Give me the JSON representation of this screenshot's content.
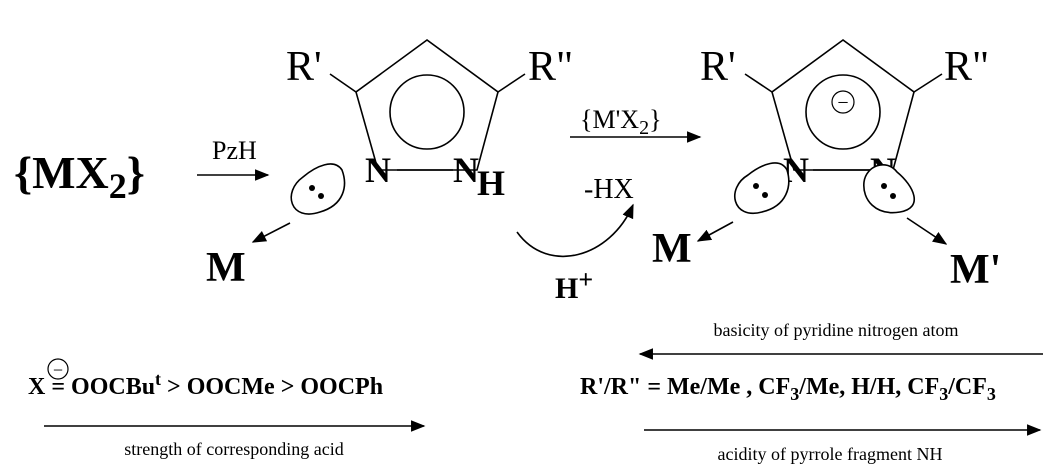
{
  "scheme": {
    "reactant": "{MX",
    "reactant_sub": "2",
    "reactant_close": "}",
    "step1_reagent": "PzH",
    "step2_reagent": "{M'X",
    "step2_reagent_sub": "2",
    "step2_reagent_close": "}",
    "byproduct": "-HX",
    "proton": "H",
    "proton_charge": "+"
  },
  "pyrazole": {
    "r_left": "R'",
    "r_right": "R\"",
    "n_left": "N",
    "n_right": "N",
    "h": "H"
  },
  "pyrazolate": {
    "r_left": "R'",
    "r_right": "R\"",
    "n_left": "N",
    "n_right": "N",
    "charge_symbol": "−"
  },
  "metals": {
    "m1": "M",
    "m2": "M",
    "m3": "M'"
  },
  "series_x": {
    "symbol": "X",
    "charge_symbol": "−",
    "equals": " = OOCBu",
    "sup": "t",
    "rest": " > OOCMe > OOCPh",
    "arrow_label": "strength of corresponding acid"
  },
  "series_r": {
    "part1": "R'/R\" = Me/Me , CF",
    "sub1": "3",
    "part2": "/Me, H/H, CF",
    "sub2": "3",
    "part3": "/CF",
    "sub3": "3",
    "top_arrow_label": "basicity of  pyridine nitrogen atom",
    "bottom_arrow_label": "acidity of  pyrrole fragment NH"
  }
}
